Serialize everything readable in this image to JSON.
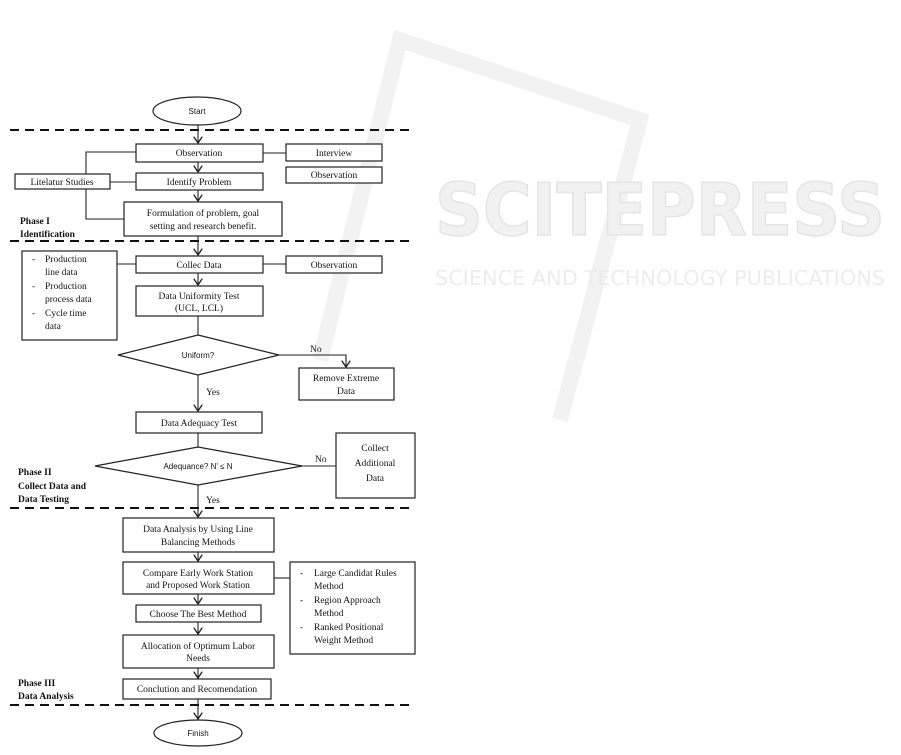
{
  "watermark": {
    "logo": "SCITEPRESS",
    "tagline": "SCIENCE AND TECHNOLOGY PUBLICATIONS"
  },
  "start": "Start",
  "finish": "Finish",
  "phase1": {
    "label": [
      "Phase  I",
      "Identification"
    ],
    "observation": "Observation",
    "interview": "Interview",
    "observation2": "Observation",
    "literature": "Litelatur Studies",
    "identify": "Identify Problem",
    "formulation": [
      "Formulation  of problem, goal",
      "setting and research benefit."
    ]
  },
  "phase2": {
    "label": [
      "Phase  II",
      "Collect Data and",
      "Data Testing"
    ],
    "collect": "Collec Data",
    "observation": "Observation",
    "data_list": [
      {
        "bullet": "-",
        "lines": [
          "Production",
          "line data"
        ]
      },
      {
        "bullet": "-",
        "lines": [
          "Production",
          "process data"
        ]
      },
      {
        "bullet": "-",
        "lines": [
          "Cycle time",
          "data"
        ]
      }
    ],
    "uniformity": [
      "Data Uniformity Test",
      "(UCL, LCL)"
    ],
    "uniform_q": "Uniform?",
    "no1": "No",
    "remove": [
      "Remove Extreme",
      "Data"
    ],
    "yes1": "Yes",
    "adequacy": "Data Adequacy Test",
    "adequacy_q": "Adequance?  N' ≤ N",
    "no2": "No",
    "collect_add": [
      "Collect",
      "Additional",
      "Data"
    ],
    "yes2": "Yes"
  },
  "phase3": {
    "label": [
      "Phase  III",
      "Data Analysis"
    ],
    "analysis": [
      "Data Analysis by Using Line",
      "Balancing Methods"
    ],
    "compare": [
      "Compare Early Work Station",
      "and Proposed  Work Station"
    ],
    "methods": [
      {
        "bullet": "-",
        "lines": [
          "Large Candidat Rules",
          "Method"
        ]
      },
      {
        "bullet": "-",
        "lines": [
          "Region Approach",
          "Method"
        ]
      },
      {
        "bullet": "-",
        "lines": [
          "Ranked Positional",
          "Weight Method"
        ]
      }
    ],
    "choose": "Choose The Best Method",
    "allocation": [
      "Allocation  of Optimum Labor",
      "Needs"
    ],
    "conclusion": "Conclution  and Recomendation"
  }
}
